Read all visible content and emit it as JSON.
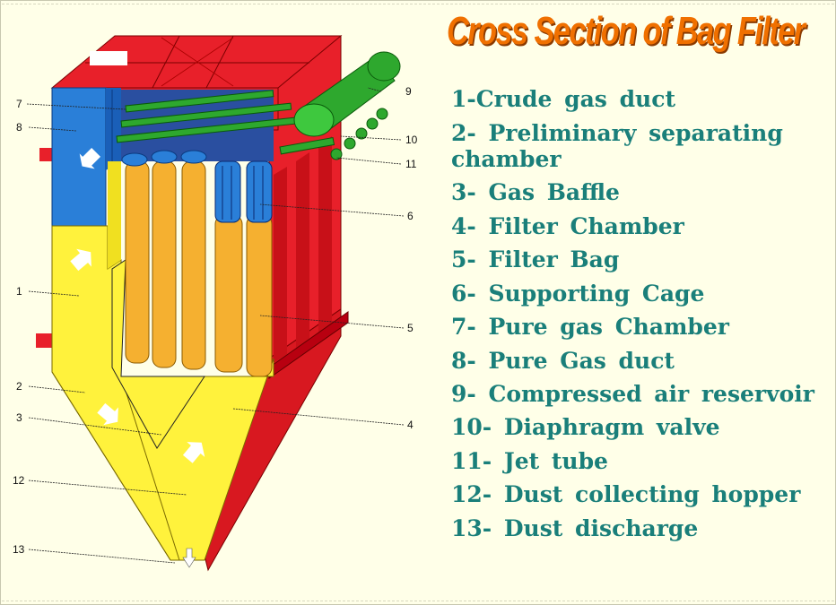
{
  "title": "Cross Section of Bag Filter",
  "legend": [
    "1-Crude gas duct",
    "2- Preliminary separating chamber",
    "3- Gas Baffle",
    "4- Filter Chamber",
    "5- Filter Bag",
    "6- Supporting Cage",
    "7- Pure gas Chamber",
    "8- Pure Gas duct",
    "9- Compressed air reservoir",
    "10- Diaphragm valve",
    "11- Jet tube",
    "12- Dust collecting hopper",
    "13- Dust discharge"
  ],
  "callouts": [
    "1",
    "2",
    "3",
    "4",
    "5",
    "6",
    "7",
    "8",
    "9",
    "10",
    "11",
    "12",
    "13"
  ],
  "colors": {
    "title": "#f07000",
    "legend_text": "#1a7f7a",
    "housing_red": "#e8202a",
    "duct_blue": "#2a7fd8",
    "chamber_yellow": "#fff23c",
    "bag_orange": "#f5b030",
    "pipe_green": "#2ea82e"
  }
}
